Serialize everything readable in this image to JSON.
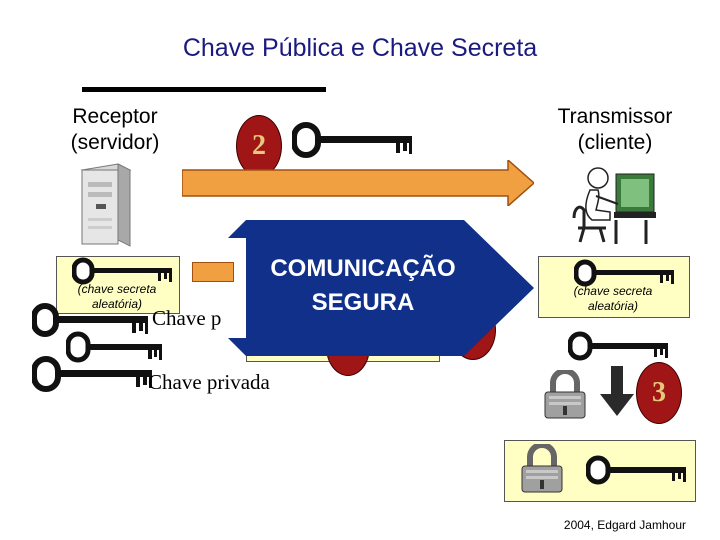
{
  "title": "Chave Pública e Chave Secreta",
  "receiver": {
    "line1": "Receptor",
    "line2": "(servidor)"
  },
  "transmitter": {
    "line1": "Transmissor",
    "line2": "(cliente)"
  },
  "steps": {
    "two": "2",
    "three": "3"
  },
  "left_key_note": {
    "line1": "(chave secreta",
    "line2": "aleatória)"
  },
  "right_key_note": {
    "line1": "(chave secreta",
    "line2": "aleatória)"
  },
  "public_key_partial": "Chave p",
  "private_key": "Chave privada",
  "secure_comm": {
    "line1": "COMUNICAÇÃO",
    "line2": "SEGURA"
  },
  "footer": "2004, Edgard Jamhour",
  "colors": {
    "title": "#1a1a80",
    "badge": "#a01515",
    "blue_arrow": "#10308a",
    "orange_arrow": "#f0a040",
    "yellow_box": "#ffffc4"
  },
  "icons": [
    "key-icon",
    "padlock-icon",
    "server-icon",
    "computer-user-icon",
    "arrow-down-icon"
  ]
}
